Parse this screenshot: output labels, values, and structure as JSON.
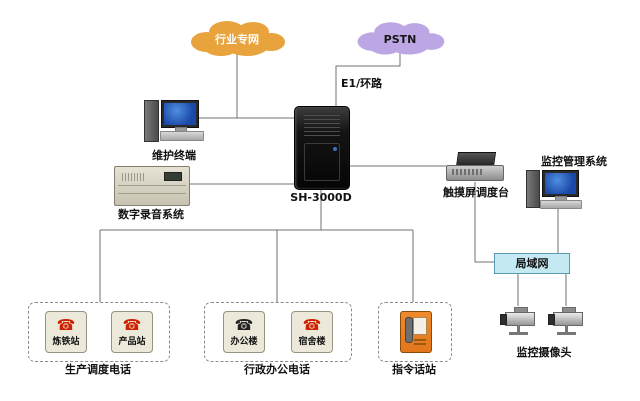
{
  "clouds": {
    "industry": "行业专网",
    "pstn": "PSTN"
  },
  "links": {
    "e1": "E1/环路"
  },
  "nodes": {
    "server": "SH-3000D",
    "maintenance_terminal": "维护终端",
    "recording_system": "数字录音系统",
    "touch_console": "触摸屏调度台",
    "monitor_system": "监控管理系统",
    "lan": "局域网",
    "cameras": "监控摄像头"
  },
  "groups": {
    "production": {
      "label": "生产调度电话",
      "stations": {
        "iron": "炼铁站",
        "product": "产品站"
      }
    },
    "admin": {
      "label": "行政办公电话",
      "stations": {
        "office": "办公楼",
        "dorm": "宿舍楼"
      }
    },
    "command": {
      "label": "指令话站"
    }
  },
  "colors": {
    "line": "#707070",
    "cloud_industry": "#E8A33D",
    "cloud_pstn": "#BCA6E4",
    "lan_fill": "#C5E9F2",
    "phone_red": "#CC2200",
    "phone_dark": "#222222",
    "command_orange": "#E2761B"
  }
}
